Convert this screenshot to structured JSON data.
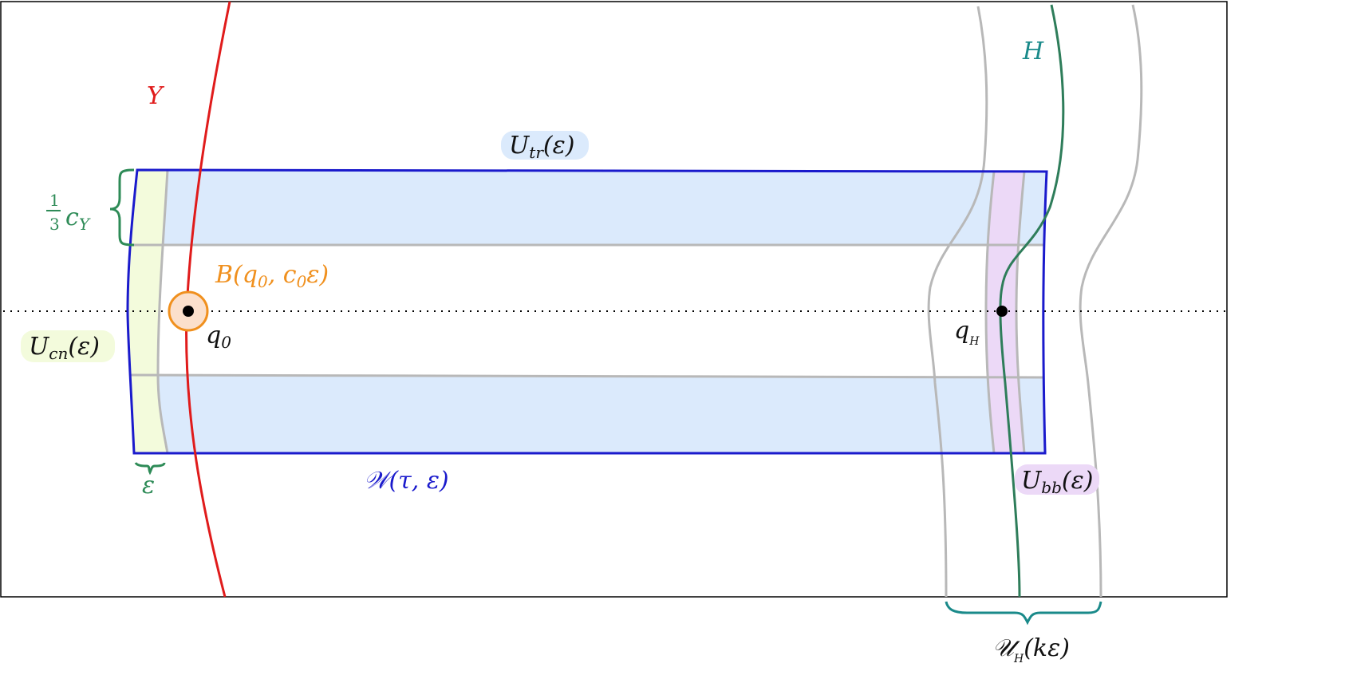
{
  "labels": {
    "Y": "Y",
    "H": "H",
    "Utr": {
      "base": "U",
      "sub": "tr",
      "arg": "(ε)"
    },
    "cY": {
      "num": "1",
      "den": "3",
      "base": "c",
      "sub": "Y"
    },
    "B": {
      "text": "B(q",
      "sub": "0",
      "mid": ", c",
      "sub2": "0",
      "tail": "ε)"
    },
    "q0": {
      "base": "q",
      "sub": "0"
    },
    "Ucn": {
      "base": "U",
      "sub": "cn",
      "arg": "(ε)"
    },
    "qH": {
      "base": "q",
      "sub": "H"
    },
    "eps": "ε",
    "W": "𝒲(τ, ε)",
    "Ubb": {
      "base": "U",
      "sub": "bb",
      "arg": "(ε)"
    },
    "UH": {
      "base": "𝒰",
      "sub": "H",
      "arg": "(kε)"
    }
  },
  "colors": {
    "red": "#e01b1b",
    "blue": "#1a1acc",
    "lightblue": "#dbeafc",
    "lightgreen": "#f3fbdc",
    "lavender": "#ecd9f7",
    "teal": "#1a8a8a",
    "green": "#2e8b57",
    "orange": "#f0901e",
    "orangefill": "#fbe0cc",
    "gray": "#b8b8b8",
    "black": "#000000"
  }
}
